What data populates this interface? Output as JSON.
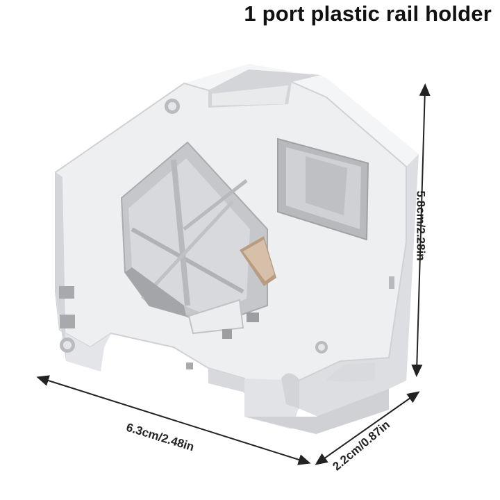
{
  "title": "1 port plastic rail holder",
  "dimensions": {
    "width": "6.3cm/2.48in",
    "depth": "2.2cm/0.87in",
    "height": "5.8cm/2.28in"
  },
  "colors": {
    "body": "#eeeff1",
    "shadow": "#c9cbcf",
    "dark_shadow": "#b3b5b9",
    "line": "#222222"
  }
}
